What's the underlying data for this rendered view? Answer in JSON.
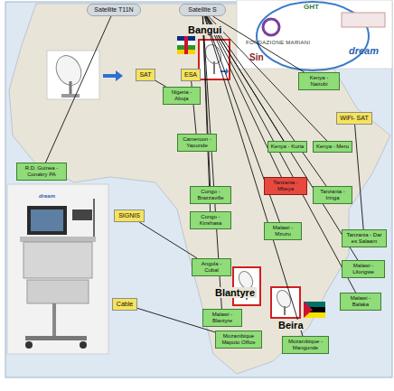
{
  "diagram": {
    "nodes": [
      {
        "text": [
          "Satellite T11N"
        ]
      },
      {
        "text": [
          "Satellite S"
        ]
      },
      {
        "text": [
          "SAT"
        ]
      },
      {
        "text": [
          "ESA"
        ]
      },
      {
        "text": [
          "SIGNIS"
        ]
      },
      {
        "text": [
          "Cable"
        ]
      },
      {
        "text": [
          "WiFi- SAT"
        ]
      },
      {
        "text": [
          "R.D. Guinea - Conakry PA"
        ]
      },
      {
        "text": [
          "Nigeria - Abuja"
        ]
      },
      {
        "text": [
          "Cameroon - Yaounde"
        ]
      },
      {
        "text": [
          "Congo - Brazzaville"
        ]
      },
      {
        "text": [
          "Congo - Kinshasa"
        ]
      },
      {
        "text": [
          "Angola - Cubal"
        ]
      },
      {
        "text": [
          "Kenya - Nairobi"
        ]
      },
      {
        "text": [
          "Kenya - Kuria"
        ]
      },
      {
        "text": [
          "Kenya - Meru"
        ]
      },
      {
        "text": [
          "Tanzania - Mbeya"
        ]
      },
      {
        "text": [
          "Tanzania - Iringa"
        ]
      },
      {
        "text": [
          "Tanzania - Dar es Salaam"
        ]
      },
      {
        "text": [
          "Malawi - Mzuzu"
        ]
      },
      {
        "text": [
          "Malawi - Lilongwe"
        ]
      },
      {
        "text": [
          "Malawi - Blantyre"
        ]
      },
      {
        "text": [
          "Malawi - Balaka"
        ]
      },
      {
        "text": [
          "Mozambique Maputo Office"
        ]
      },
      {
        "text": [
          "Mozambique - Mangunde"
        ]
      }
    ],
    "edges": [
      {
        "from": 0,
        "to": 7,
        "arrow": "none"
      },
      {
        "from": 2,
        "to": 8,
        "arrow": "none"
      },
      {
        "from": 3,
        "to": 9,
        "arrow": "none"
      },
      {
        "from": 4,
        "to": 12,
        "arrow": "none"
      },
      {
        "from": 5,
        "to": 23,
        "arrow": "none"
      },
      {
        "from": 6,
        "to": 18,
        "arrow": "none"
      },
      {
        "from": 1,
        "to": 10,
        "arrow": "none"
      },
      {
        "from": 1,
        "to": 11,
        "arrow": "none"
      },
      {
        "from": 1,
        "to": 13,
        "arrow": "none"
      },
      {
        "from": 1,
        "to": 14,
        "arrow": "none"
      },
      {
        "from": 1,
        "to": 15,
        "arrow": "none"
      },
      {
        "from": 1,
        "to": 16,
        "arrow": "none"
      },
      {
        "from": 1,
        "to": 17,
        "arrow": "none"
      },
      {
        "from": 1,
        "to": 19,
        "arrow": "none"
      },
      {
        "from": 1,
        "to": 20,
        "arrow": "none"
      },
      {
        "from": 1,
        "to": 21,
        "arrow": "none"
      },
      {
        "from": 1,
        "to": 22,
        "arrow": "none"
      },
      {
        "from": 1,
        "to": 24,
        "arrow": "none"
      }
    ],
    "labels": [
      "Bangui",
      "Blantyre",
      "Beira",
      "GHT",
      "FONDAZIONE MARIANI",
      "Sin",
      "dream",
      "dream"
    ]
  }
}
